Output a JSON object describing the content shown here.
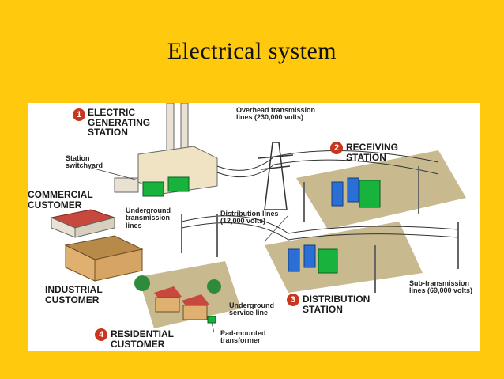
{
  "title": "Electrical  system",
  "diagram": {
    "stations": [
      {
        "num": "1",
        "name_lines": [
          "ELECTRIC",
          "GENERATING",
          "STATION"
        ]
      },
      {
        "num": "2",
        "name_lines": [
          "RECEIVING",
          "STATION"
        ]
      },
      {
        "num": "3",
        "name_lines": [
          "DISTRIBUTION",
          "STATION"
        ]
      },
      {
        "num": "4",
        "name_lines": [
          "RESIDENTIAL",
          "CUSTOMER"
        ]
      }
    ],
    "customers": {
      "commercial": [
        "COMMERCIAL",
        "CUSTOMER"
      ],
      "industrial": [
        "INDUSTRIAL",
        "CUSTOMER"
      ]
    },
    "notes": {
      "overhead": [
        "Overhead transmission",
        "lines (230,000 volts)"
      ],
      "switchyard": [
        "Station",
        "switchyard"
      ],
      "underground_tx": [
        "Underground",
        "transmission",
        "lines"
      ],
      "distribution": [
        "Distribution lines",
        "(12,000 volts)"
      ],
      "subtx": [
        "Sub-transmission",
        "lines (69,000 volts)"
      ],
      "service": [
        "Underground",
        "service line"
      ],
      "padmount": [
        "Pad-mounted",
        "transformer"
      ]
    },
    "colors": {
      "badge": "#c8361e",
      "transformer": "#18b33c",
      "insulator": "#2a6fd6",
      "roof": "#c7483c",
      "wall": "#e0b070"
    }
  }
}
